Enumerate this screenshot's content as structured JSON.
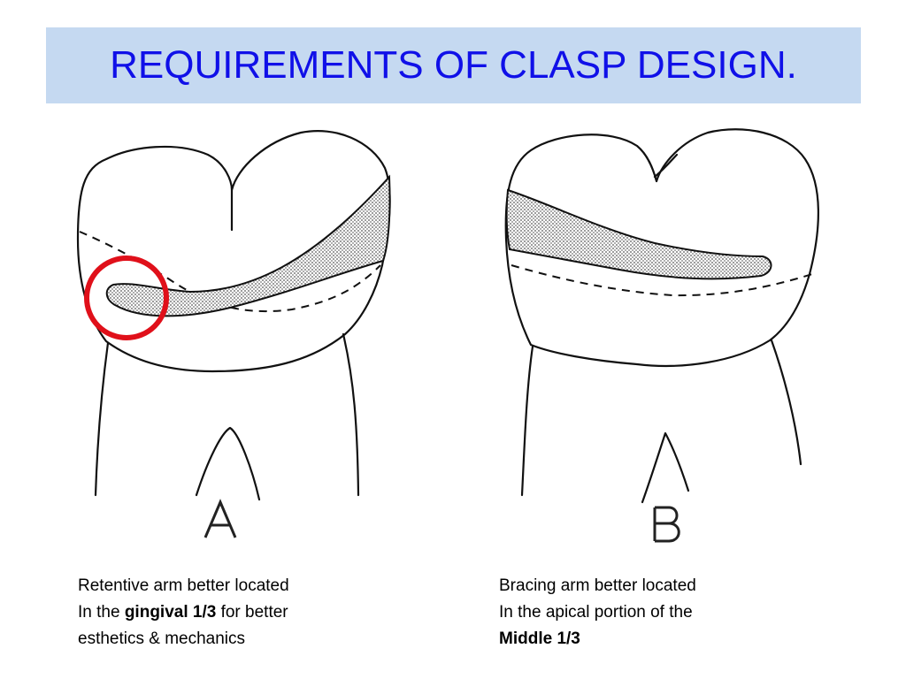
{
  "slide": {
    "title": "REQUIREMENTS OF CLASP DESIGN.",
    "colors": {
      "title_background": "#c5d9f1",
      "title_text": "#1010e8",
      "highlight_circle": "#e0101a"
    }
  },
  "figures": {
    "a": {
      "label": "A"
    },
    "b": {
      "label": "B"
    }
  },
  "captions": {
    "a": {
      "line1": "Retentive arm better located",
      "line2_prefix": "In the ",
      "line2_bold": "gingival 1/3",
      "line2_suffix": " for better",
      "line3": "esthetics & mechanics"
    },
    "b": {
      "line1": "Bracing arm better located",
      "line2": "In the apical portion of the",
      "line3_bold": "Middle 1/3"
    }
  }
}
